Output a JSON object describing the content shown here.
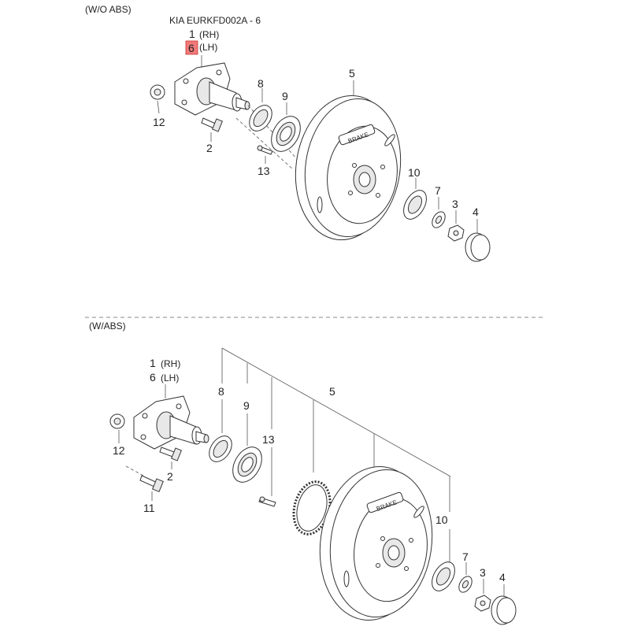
{
  "header": {
    "section_wo_abs": "(W/O ABS)",
    "section_w_abs": "(W/ABS)",
    "catalog_code": "KIA EURKFD002A - 6"
  },
  "highlight_color": "#f07a7a",
  "top": {
    "label_1": "1",
    "label_rh": "(RH)",
    "label_6": "6",
    "label_lh": "(LH)",
    "callouts": {
      "p2": "2",
      "p3": "3",
      "p4": "4",
      "p5": "5",
      "p7": "7",
      "p8": "8",
      "p9": "9",
      "p10": "10",
      "p12": "12",
      "p13": "13"
    }
  },
  "bottom": {
    "label_1": "1",
    "label_rh": "(RH)",
    "label_6": "6",
    "label_lh": "(LH)",
    "callouts": {
      "p2": "2",
      "p3": "3",
      "p4": "4",
      "p5": "5",
      "p7": "7",
      "p8": "8",
      "p9": "9",
      "p10": "10",
      "p11": "11",
      "p12": "12",
      "p13": "13"
    }
  },
  "drum_emboss": "BRAKE"
}
